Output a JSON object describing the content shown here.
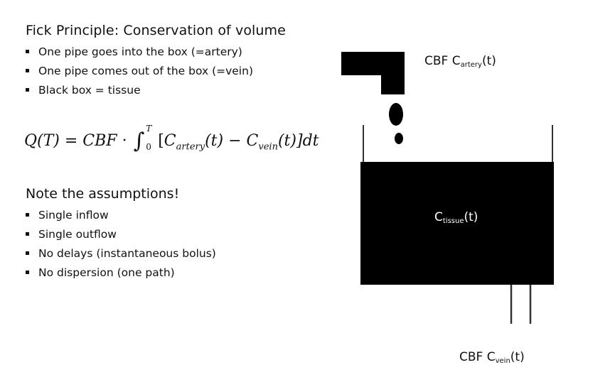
{
  "left_panel": {
    "title": "Fick Principle: Conservation of volume",
    "bullets_top": [
      "One pipe goes into the box (=artery)",
      "One pipe comes out of the box (=vein)",
      "Black  box = tissue"
    ],
    "formula": {
      "lhs": "Q(T) = CBF",
      "dot": "·",
      "integral_upper": "T",
      "integral_lower": "0",
      "c1": "C",
      "c1_sub": "artery",
      "c1_arg": "(t)",
      "minus": "−",
      "c2": "C",
      "c2_sub": "vein",
      "c2_arg": "(t)",
      "tail": "]dt"
    },
    "note_title": "Note the assumptions!",
    "assumptions": [
      "Single inflow",
      "Single outflow",
      "No delays (instantaneous bolus)",
      "No dispersion (one path)"
    ]
  },
  "diagram": {
    "artery_label": {
      "prefix": "CBF C",
      "sub": "artery",
      "suffix": "(t)"
    },
    "tissue_label": {
      "prefix": "C",
      "sub": "tissue",
      "suffix": "(t)"
    },
    "vein_label": {
      "prefix": "CBF C",
      "sub": "vein",
      "suffix": "(t)"
    },
    "colors": {
      "box": "#000000",
      "lines": "#333333",
      "tissue_text": "#ffffff"
    }
  }
}
